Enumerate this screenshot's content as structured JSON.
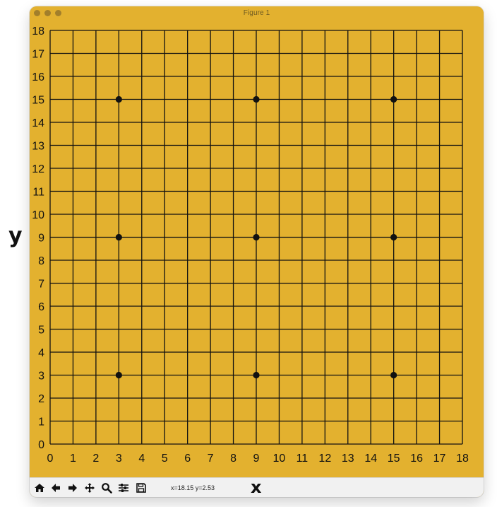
{
  "window": {
    "title": "Figure 1"
  },
  "axes": {
    "xlabel": "x",
    "ylabel": "y"
  },
  "toolbar": {
    "buttons": [
      {
        "name": "home-button",
        "icon": "home-icon"
      },
      {
        "name": "back-button",
        "icon": "arrow-left-icon"
      },
      {
        "name": "forward-button",
        "icon": "arrow-right-icon"
      },
      {
        "name": "pan-button",
        "icon": "move-icon"
      },
      {
        "name": "zoom-button",
        "icon": "magnifier-icon"
      },
      {
        "name": "configure-subplots-button",
        "icon": "sliders-icon"
      },
      {
        "name": "save-button",
        "icon": "floppy-disk-icon"
      }
    ],
    "coord_readout": "x=18.15 y=2.53"
  },
  "colors": {
    "board": "#e3b12f",
    "lines": "#111111",
    "toolbar": "#f1f1f1"
  },
  "chart_data": {
    "type": "scatter",
    "title": "",
    "xlabel": "x",
    "ylabel": "y",
    "xlim": [
      0,
      18
    ],
    "ylim": [
      0,
      18
    ],
    "grid": true,
    "xticks": [
      0,
      1,
      2,
      3,
      4,
      5,
      6,
      7,
      8,
      9,
      10,
      11,
      12,
      13,
      14,
      15,
      16,
      17,
      18
    ],
    "yticks": [
      0,
      1,
      2,
      3,
      4,
      5,
      6,
      7,
      8,
      9,
      10,
      11,
      12,
      13,
      14,
      15,
      16,
      17,
      18
    ],
    "star_points": [
      {
        "x": 3,
        "y": 3
      },
      {
        "x": 9,
        "y": 3
      },
      {
        "x": 15,
        "y": 3
      },
      {
        "x": 3,
        "y": 9
      },
      {
        "x": 9,
        "y": 9
      },
      {
        "x": 15,
        "y": 9
      },
      {
        "x": 3,
        "y": 15
      },
      {
        "x": 9,
        "y": 15
      },
      {
        "x": 15,
        "y": 15
      }
    ]
  }
}
